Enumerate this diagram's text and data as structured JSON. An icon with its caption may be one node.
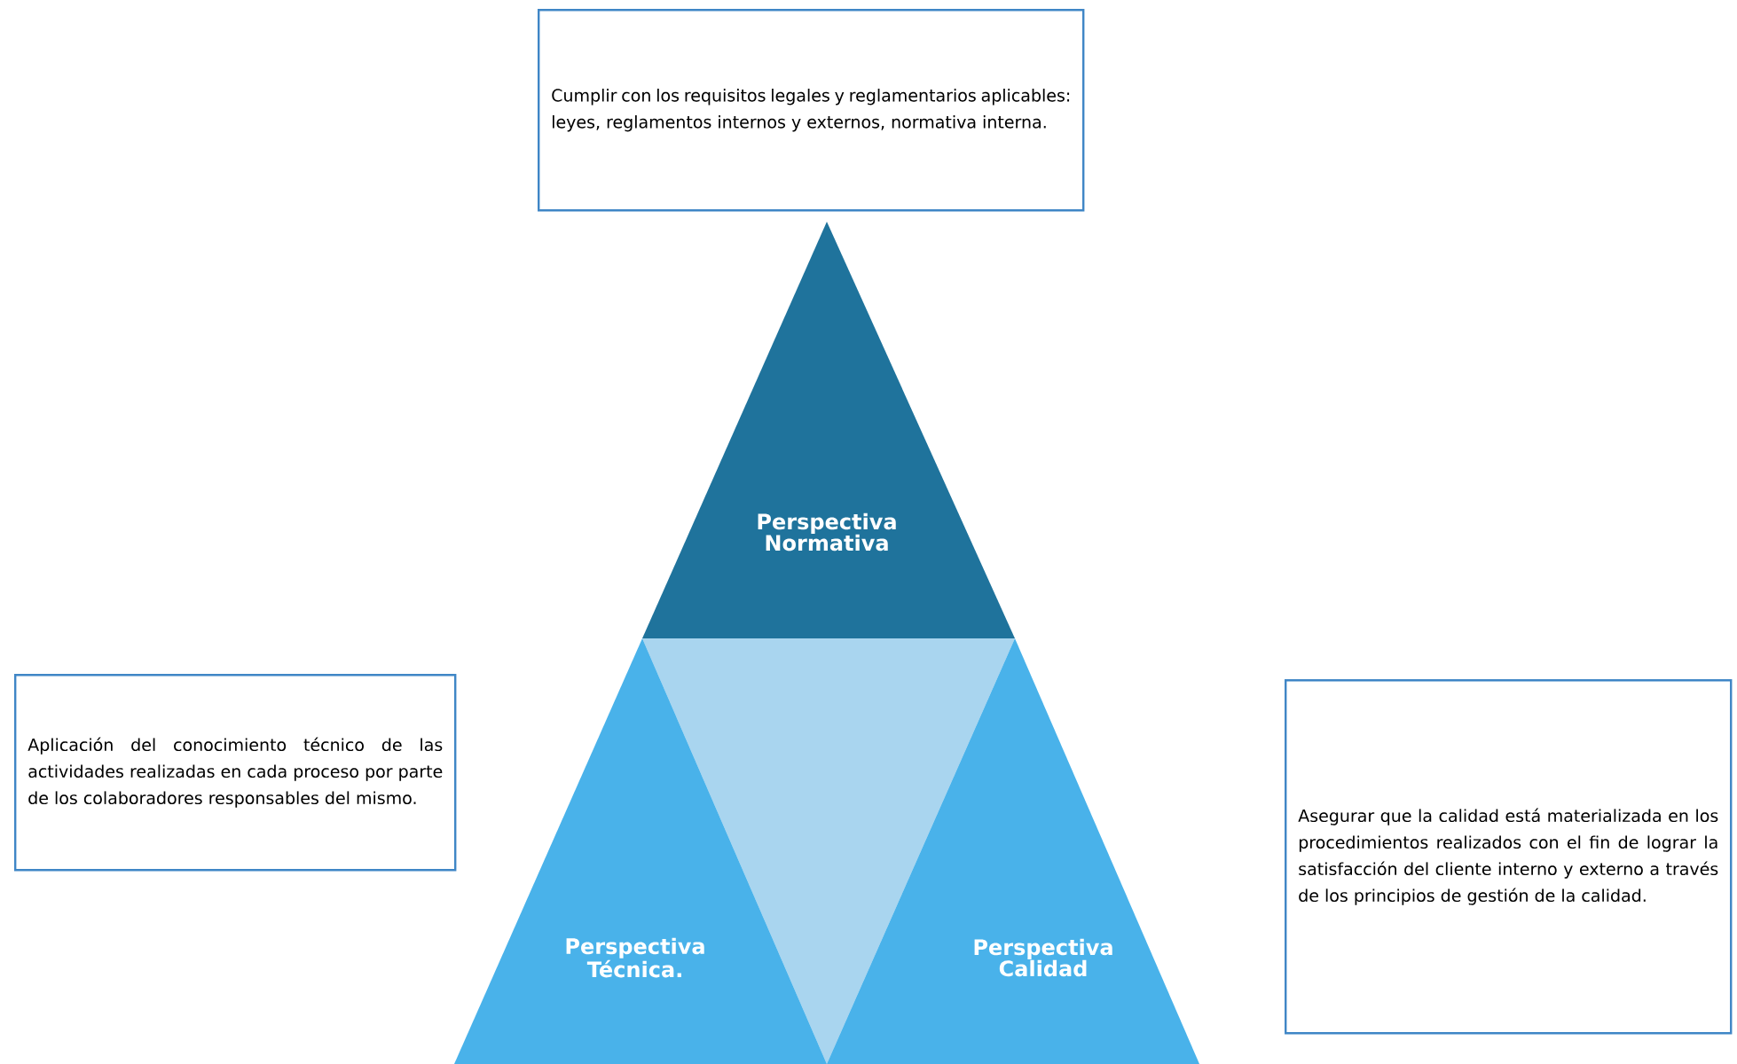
{
  "diagram": {
    "nodes": [
      {
        "text": [
          "Cumplir con los requisitos legales y reglamentarios aplicables: leyes, reglamentos internos y externos, normativa interna."
        ]
      },
      {
        "text": [
          "Perspectiva Normativa"
        ]
      },
      {
        "text": [
          "Aplicación del conocimiento técnico de las actividades realizadas en cada proceso por parte de los colaboradores responsables del mismo."
        ]
      },
      {
        "text": [],
        "shape": "triangle"
      },
      {
        "text": [
          "Perspectiva Técnica."
        ]
      },
      {
        "text": [
          "Perspectiva Calidad"
        ]
      },
      {
        "text": [
          "Asegurar que la calidad está materializada en los procedimientos realizados con el fin de lograr la satisfacción del cliente interno y externo a través de los principios de gestión de la calidad."
        ]
      }
    ],
    "edges": []
  }
}
